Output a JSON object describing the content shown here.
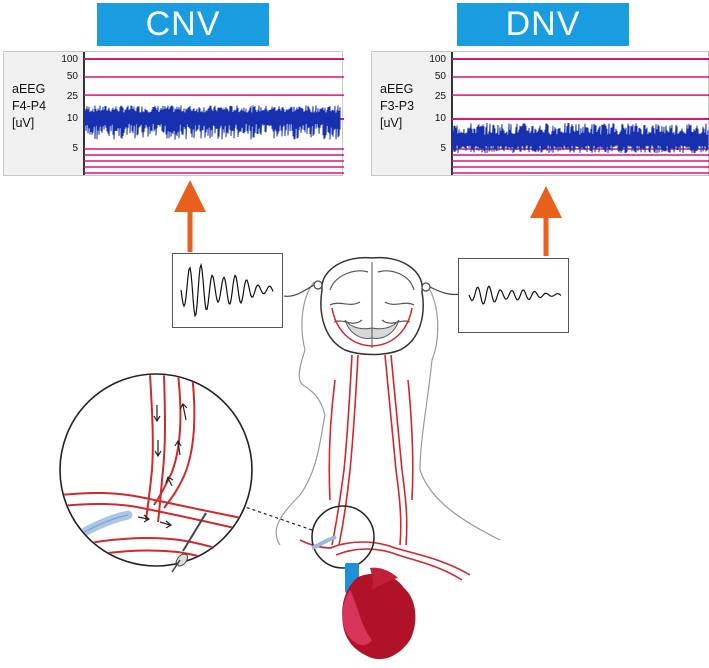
{
  "panels": [
    {
      "title": "CNV",
      "label_lines": [
        "aEEG",
        "F4-P4",
        "[uV]"
      ],
      "ticks": [
        "100",
        "50",
        "25",
        "10",
        "5"
      ],
      "trace_level": "continuous",
      "trace_median_uV": 11
    },
    {
      "title": "DNV",
      "label_lines": [
        "aEEG",
        "F3-P3",
        "[uV]"
      ],
      "ticks": [
        "100",
        "50",
        "25",
        "10",
        "5"
      ],
      "trace_level": "discontinuous",
      "trace_median_uV": 6.5
    }
  ],
  "colors": {
    "title_bg": "#1a9de0",
    "trace": "#1730b0",
    "gridline": "#d4177a",
    "arrow": "#e8601c",
    "vessel": "#d0282b",
    "heart": "#b0122a",
    "cannula": "#1e90d6"
  },
  "icons": [
    "up-arrow-icon",
    "eeg-wave-icon",
    "brain-icon",
    "heart-icon",
    "head-outline-icon",
    "magnifier-circle-icon",
    "needle-icon",
    "catheter-icon"
  ]
}
